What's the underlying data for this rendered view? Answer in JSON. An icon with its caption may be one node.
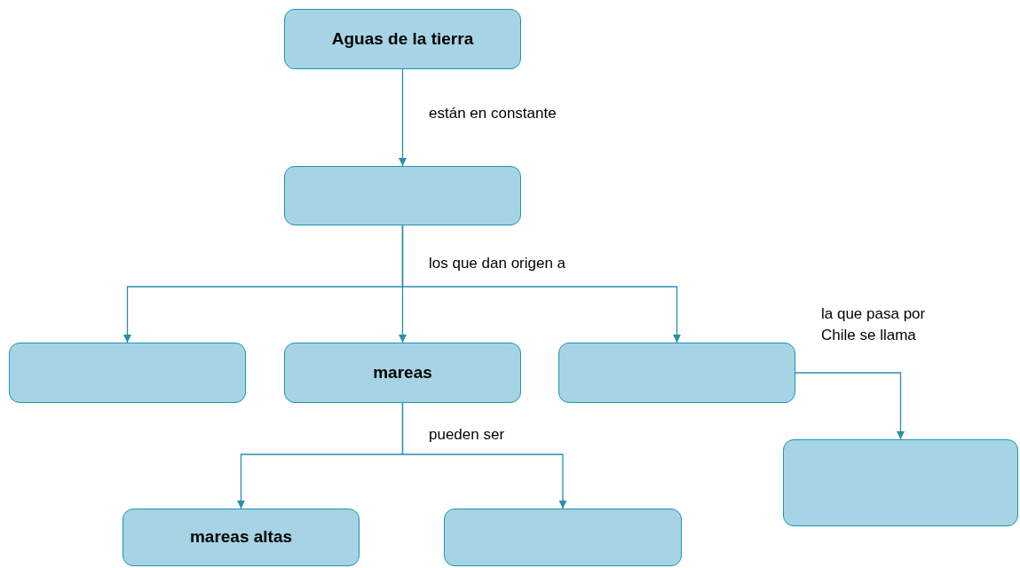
{
  "diagram": {
    "nodes": [
      {
        "text": [
          "Aguas de la tierra"
        ]
      },
      {
        "text": [],
        "shape": "box"
      },
      {
        "text": [],
        "shape": "box"
      },
      {
        "text": [
          "mareas"
        ]
      },
      {
        "text": [],
        "shape": "box"
      },
      {
        "text": [
          "mareas altas"
        ]
      },
      {
        "text": [],
        "shape": "box"
      },
      {
        "text": [],
        "shape": "box"
      }
    ],
    "edges": [
      {
        "from": 0,
        "to": 1,
        "arrow": "to",
        "label": "están en constante"
      },
      {
        "from": 1,
        "to": 2,
        "arrow": "to"
      },
      {
        "from": 1,
        "to": 3,
        "arrow": "to",
        "label": "los que dan origen a"
      },
      {
        "from": 1,
        "to": 4,
        "arrow": "to"
      },
      {
        "from": 4,
        "to": 7,
        "arrow": "to",
        "label": "la que pasa por Chile se llama"
      },
      {
        "from": 3,
        "to": 5,
        "arrow": "to"
      },
      {
        "from": 3,
        "to": 6,
        "arrow": "to",
        "label": "pueden ser"
      }
    ]
  }
}
